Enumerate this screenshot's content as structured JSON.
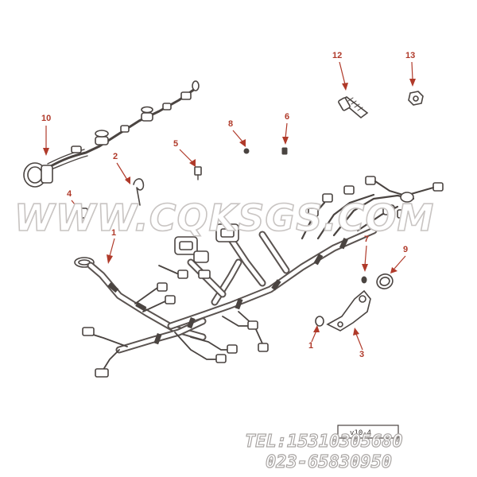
{
  "callouts": [
    {
      "id": "10",
      "label": "10"
    },
    {
      "id": "2",
      "label": "2"
    },
    {
      "id": "4",
      "label": "4"
    },
    {
      "id": "1a",
      "label": "1"
    },
    {
      "id": "5",
      "label": "5"
    },
    {
      "id": "8",
      "label": "8"
    },
    {
      "id": "6",
      "label": "6"
    },
    {
      "id": "12",
      "label": "12"
    },
    {
      "id": "13",
      "label": "13"
    },
    {
      "id": "7",
      "label": "7"
    },
    {
      "id": "9",
      "label": "9"
    },
    {
      "id": "1b",
      "label": "1"
    },
    {
      "id": "3",
      "label": "3"
    }
  ],
  "watermark": "WWW.CQKSGS.COM",
  "contact": {
    "tel": "TEL:15310305680",
    "phone": "023-65830950"
  },
  "stamp_label": "v10-4"
}
